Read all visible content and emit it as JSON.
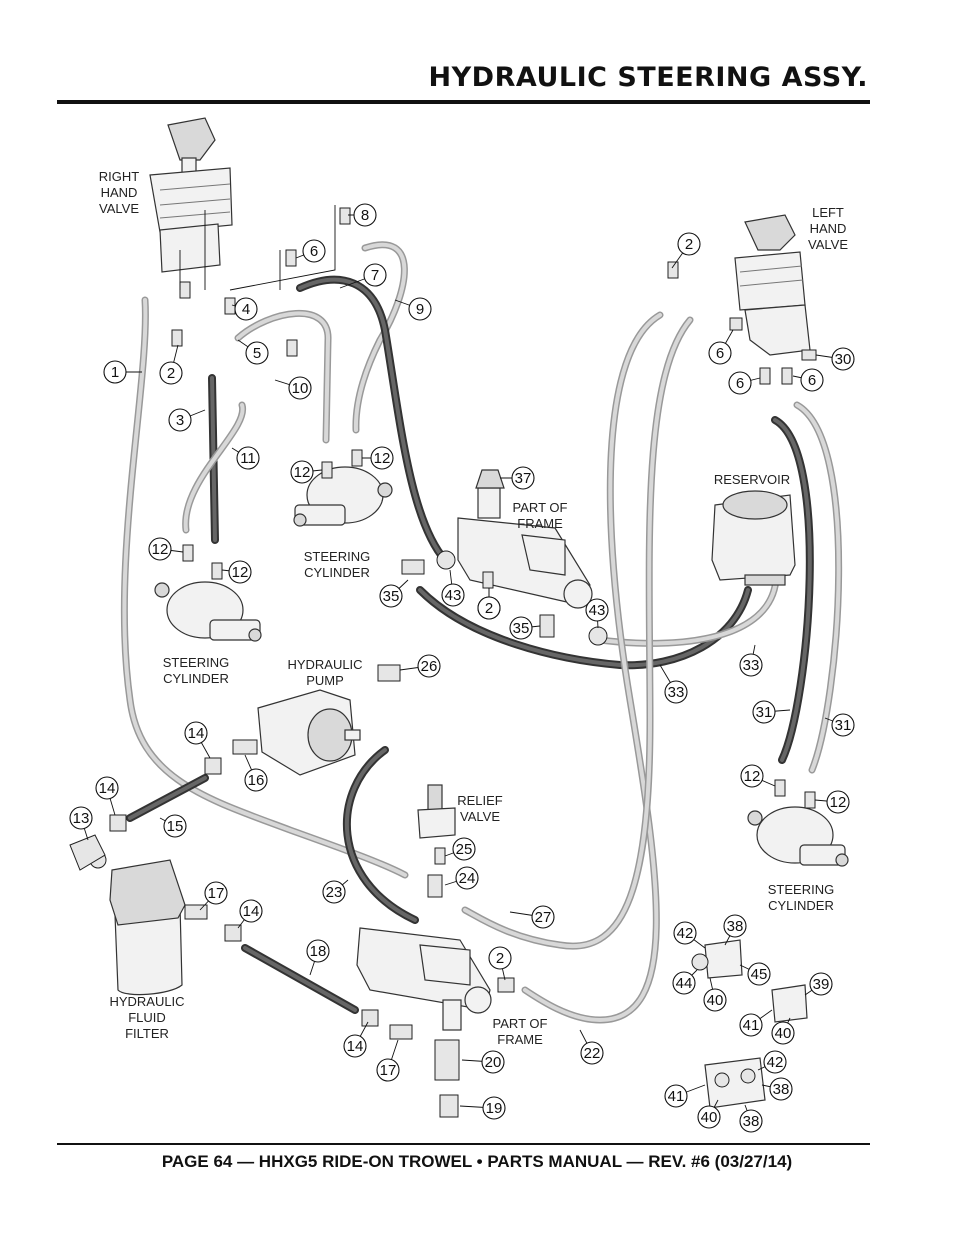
{
  "header": {
    "title": "HYDRAULIC STEERING ASSY."
  },
  "footer": {
    "text": "PAGE 64 — HHXG5 RIDE-ON TROWEL • PARTS MANUAL — REV. #6 (03/27/14)"
  },
  "labels": {
    "right_hand_valve": [
      "RIGHT",
      "HAND",
      "VALVE"
    ],
    "left_hand_valve": [
      "LEFT",
      "HAND",
      "VALVE"
    ],
    "reservoir": [
      "RESERVOIR"
    ],
    "part_of_frame_upper": [
      "PART OF",
      "FRAME"
    ],
    "part_of_frame_lower": [
      "PART OF",
      "FRAME"
    ],
    "steering_cylinder_upper": [
      "STEERING",
      "CYLINDER"
    ],
    "steering_cylinder_left": [
      "STEERING",
      "CYLINDER"
    ],
    "steering_cylinder_right": [
      "STEERING",
      "CYLINDER"
    ],
    "hydraulic_pump": [
      "HYDRAULIC",
      "PUMP"
    ],
    "relief_valve": [
      "RELIEF",
      "VALVE"
    ],
    "hydraulic_fluid_filter": [
      "HYDRAULIC",
      "FLUID",
      "FILTER"
    ]
  },
  "callouts": [
    "8",
    "6",
    "7",
    "9",
    "2",
    "4",
    "5",
    "1",
    "2",
    "3",
    "10",
    "11",
    "12",
    "12",
    "12",
    "12",
    "37",
    "2",
    "6",
    "30",
    "6",
    "6",
    "35",
    "43",
    "2",
    "35",
    "43",
    "33",
    "33",
    "31",
    "31",
    "12",
    "12",
    "26",
    "14",
    "16",
    "14",
    "15",
    "13",
    "25",
    "24",
    "23",
    "27",
    "17",
    "14",
    "18",
    "2",
    "20",
    "14",
    "17",
    "19",
    "22",
    "42",
    "38",
    "45",
    "44",
    "40",
    "39",
    "41",
    "40",
    "42",
    "41",
    "38",
    "40",
    "38"
  ]
}
